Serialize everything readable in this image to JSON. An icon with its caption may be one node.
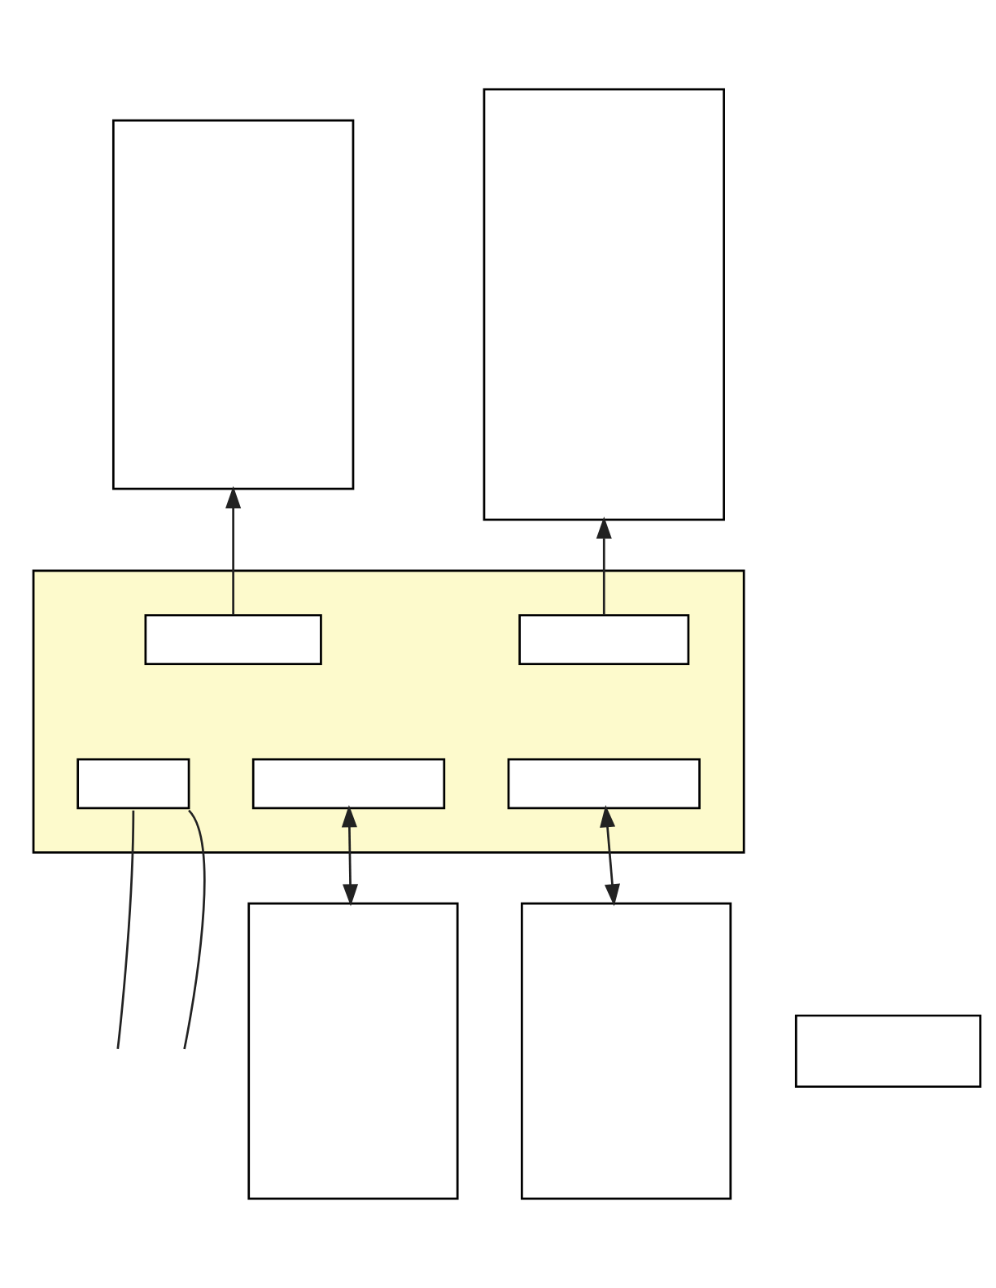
{
  "diagram": {
    "nodes": [
      {
        "text": [],
        "shape": "box"
      },
      {
        "text": [],
        "shape": "box"
      },
      {
        "text": [],
        "shape": "box"
      },
      {
        "text": [],
        "shape": "box",
        "in": 2
      },
      {
        "text": [],
        "shape": "box",
        "in": 2
      },
      {
        "text": [],
        "shape": "box",
        "in": 2
      },
      {
        "text": [],
        "shape": "box",
        "in": 2
      },
      {
        "text": [],
        "shape": "box",
        "in": 2
      },
      {
        "text": [],
        "shape": "box"
      },
      {
        "text": [],
        "shape": "box"
      },
      {
        "text": [],
        "shape": "box"
      }
    ],
    "edges": [
      {
        "from": 3,
        "to": 0,
        "arrow": "to"
      },
      {
        "from": 4,
        "to": 1,
        "arrow": "to"
      },
      {
        "from": 6,
        "to": 9,
        "arrow": "both"
      },
      {
        "from": 7,
        "to": 10,
        "arrow": "both"
      },
      {
        "from": 5,
        "to": null,
        "arrow": "none"
      },
      {
        "from": 5,
        "to": null,
        "arrow": "none"
      }
    ]
  }
}
